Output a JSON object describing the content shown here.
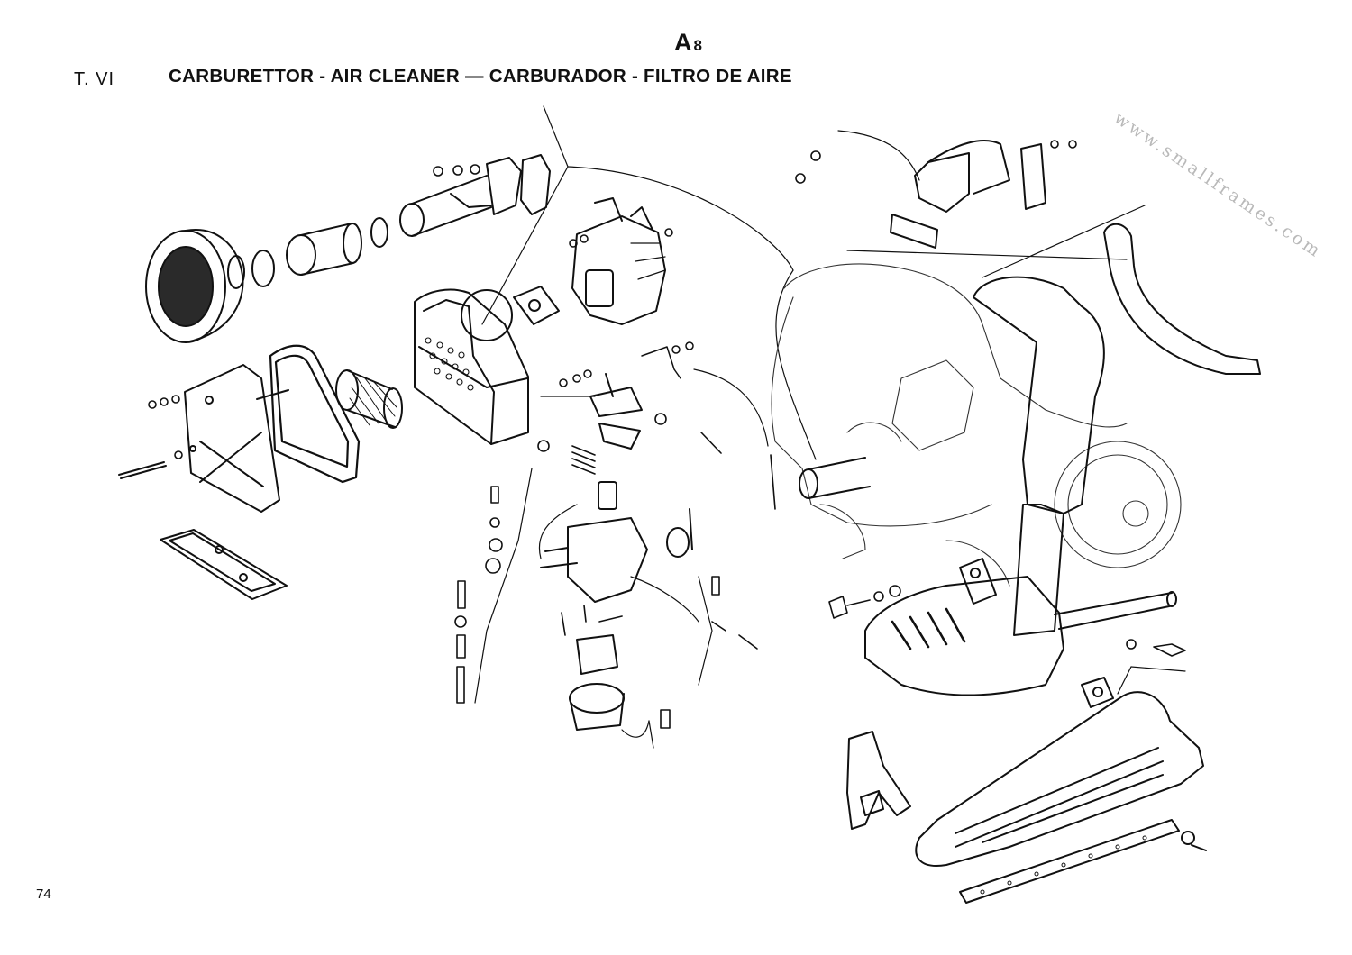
{
  "page": {
    "section_code": "A",
    "section_code_sub": "8",
    "table_ref": "T.  VI",
    "title": "CARBURETTOR - AIR CLEANER — CARBURADOR - FILTRO DE AIRE",
    "page_number": "74",
    "watermark": "www.smallframes.com"
  },
  "colors": {
    "ink": "#111111",
    "paper": "#ffffff",
    "watermark": "#b9b9b9"
  },
  "diagram": {
    "groups": [
      "air-intake-assembly",
      "air-cleaner-assembly",
      "carburettor-upper",
      "carburettor-lower",
      "engine-outline",
      "exhaust-manifold",
      "exhaust-silencer"
    ]
  }
}
